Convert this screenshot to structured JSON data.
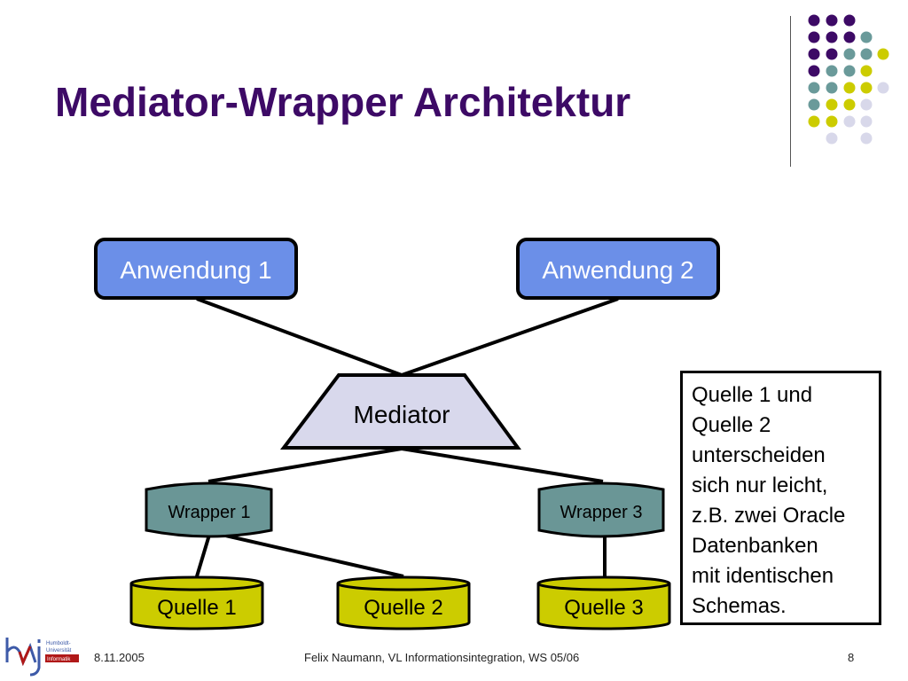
{
  "slide": {
    "title": "Mediator-Wrapper Architektur",
    "colors": {
      "title": "#3d0a66",
      "purple": "#3d0a66",
      "teal": "#6a9a9a",
      "yellow": "#cccc00",
      "lavender": "#d8d8ea",
      "application_fill": "#6b8fe8",
      "mediator_fill": "#d8d8ec",
      "wrapper_fill": "#6a9696",
      "source_fill": "#cccc00"
    }
  },
  "diagram": {
    "applications": [
      "Anwendung 1",
      "Anwendung 2"
    ],
    "mediator": "Mediator",
    "wrappers": [
      "Wrapper 1",
      "Wrapper 3"
    ],
    "sources": [
      "Quelle 1",
      "Quelle 2",
      "Quelle 3"
    ]
  },
  "note": {
    "lines": [
      "Quelle 1 und",
      "Quelle 2",
      "unterscheiden",
      "sich nur leicht,",
      "z.B. zwei Oracle",
      "Datenbanken",
      "mit identischen",
      "Schemas."
    ]
  },
  "footer": {
    "date": "8.11.2005",
    "center": "Felix Naumann, VL Informationsintegration, WS 05/06",
    "page": "8"
  },
  "logo": {
    "lines": [
      "Humboldt-",
      "Universität",
      "Informatik"
    ]
  }
}
